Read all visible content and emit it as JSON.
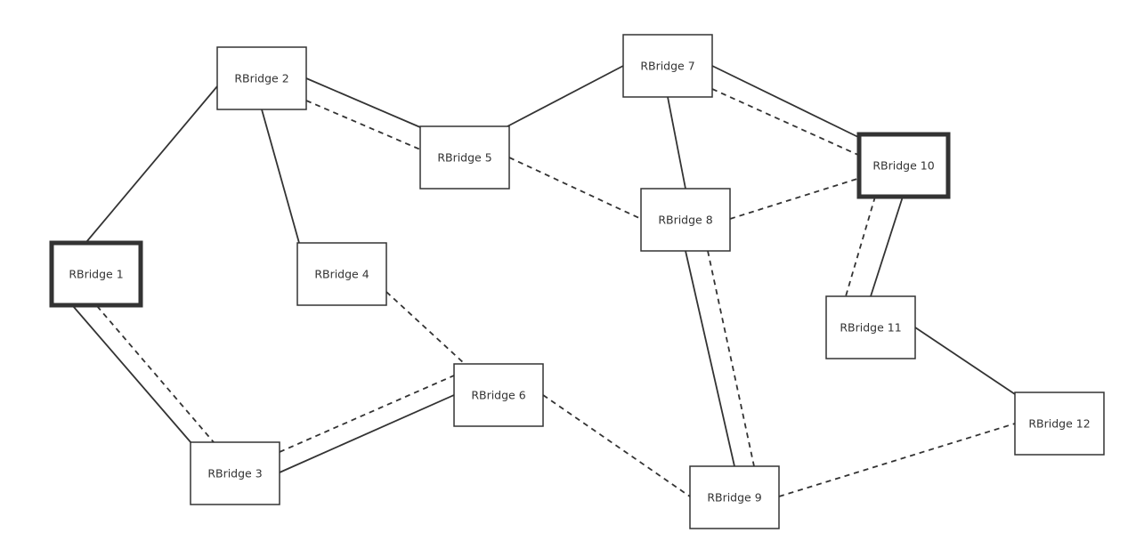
{
  "nodes": [
    {
      "id": "rb1",
      "label": "RBridge 1",
      "root": true
    },
    {
      "id": "rb2",
      "label": "RBridge 2",
      "root": false
    },
    {
      "id": "rb3",
      "label": "RBridge 3",
      "root": false
    },
    {
      "id": "rb4",
      "label": "RBridge 4",
      "root": false
    },
    {
      "id": "rb5",
      "label": "RBridge 5",
      "root": false
    },
    {
      "id": "rb6",
      "label": "RBridge 6",
      "root": false
    },
    {
      "id": "rb7",
      "label": "RBridge 7",
      "root": false
    },
    {
      "id": "rb8",
      "label": "RBridge 8",
      "root": false
    },
    {
      "id": "rb9",
      "label": "RBridge 9",
      "root": false
    },
    {
      "id": "rb10",
      "label": "RBridge 10",
      "root": true
    },
    {
      "id": "rb11",
      "label": "RBridge 11",
      "root": false
    },
    {
      "id": "rb12",
      "label": "RBridge 12",
      "root": false
    }
  ],
  "edges": [
    {
      "from": "rb1",
      "to": "rb2",
      "style": "solid"
    },
    {
      "from": "rb1",
      "to": "rb3",
      "style": "solid"
    },
    {
      "from": "rb1",
      "to": "rb3",
      "style": "dashed"
    },
    {
      "from": "rb2",
      "to": "rb4",
      "style": "solid"
    },
    {
      "from": "rb2",
      "to": "rb5",
      "style": "solid"
    },
    {
      "from": "rb2",
      "to": "rb5",
      "style": "dashed"
    },
    {
      "from": "rb3",
      "to": "rb6",
      "style": "solid"
    },
    {
      "from": "rb3",
      "to": "rb6",
      "style": "dashed"
    },
    {
      "from": "rb4",
      "to": "rb6",
      "style": "dashed"
    },
    {
      "from": "rb5",
      "to": "rb7",
      "style": "solid"
    },
    {
      "from": "rb5",
      "to": "rb8",
      "style": "dashed"
    },
    {
      "from": "rb7",
      "to": "rb8",
      "style": "solid"
    },
    {
      "from": "rb7",
      "to": "rb10",
      "style": "solid"
    },
    {
      "from": "rb7",
      "to": "rb10",
      "style": "dashed"
    },
    {
      "from": "rb8",
      "to": "rb10",
      "style": "dashed"
    },
    {
      "from": "rb8",
      "to": "rb9",
      "style": "solid"
    },
    {
      "from": "rb8",
      "to": "rb9",
      "style": "dashed"
    },
    {
      "from": "rb6",
      "to": "rb9",
      "style": "dashed"
    },
    {
      "from": "rb10",
      "to": "rb11",
      "style": "solid"
    },
    {
      "from": "rb10",
      "to": "rb11",
      "style": "dashed"
    },
    {
      "from": "rb11",
      "to": "rb12",
      "style": "solid"
    },
    {
      "from": "rb9",
      "to": "rb12",
      "style": "dashed"
    }
  ]
}
